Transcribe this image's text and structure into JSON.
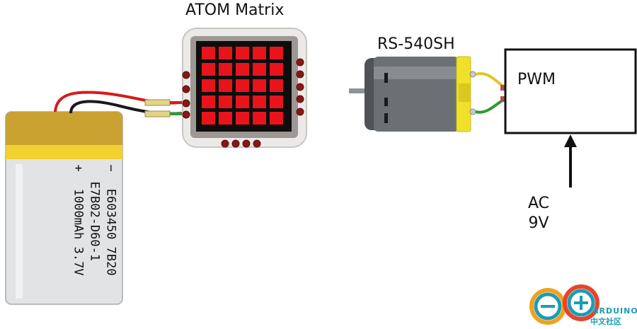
{
  "atom_label": "ATOM Matrix",
  "motor_label": "RS-540SH",
  "pwm_label": "PWM",
  "ac_line1": "AC",
  "ac_line2": "9V",
  "battery": {
    "line1": "E603450  7B20",
    "line2": "E7B02-D60-1",
    "line3": "1000mAh 3.7V",
    "minus": "−",
    "plus": "+"
  },
  "logo": {
    "name": "ARDUINO",
    "sub": "中文社区"
  },
  "colors": {
    "led_red": "#e8141c",
    "board_case": "#eceae8",
    "battery_yellow": "#e3b820",
    "motor_yellow": "#f0e02a",
    "wire_red": "#d41c1c",
    "wire_green": "#2f9a2f"
  }
}
